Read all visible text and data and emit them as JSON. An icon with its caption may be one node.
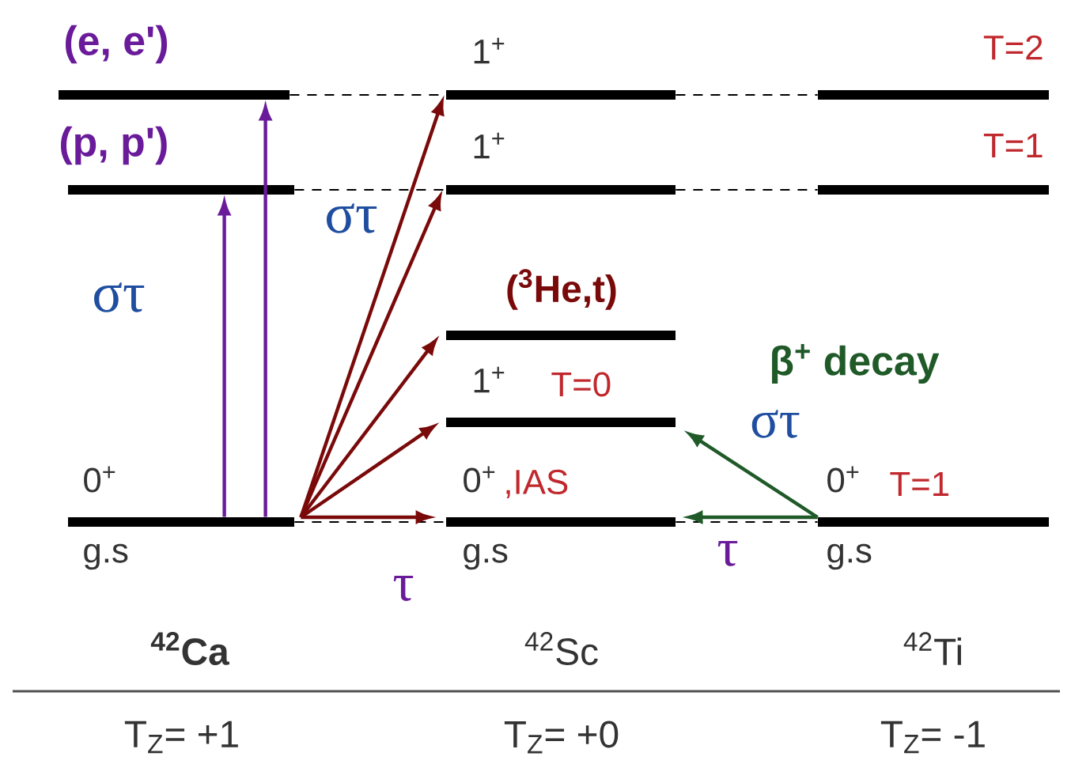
{
  "diagram": {
    "nodes": [
      {
        "text": [
          "(e, e')"
        ]
      },
      {
        "text": [
          "1$^{+}$"
        ]
      },
      {
        "text": [
          "T=2"
        ]
      },
      {
        "text": [
          "(p, p')"
        ]
      },
      {
        "text": [
          "1$^{+}$"
        ]
      },
      {
        "text": [
          "T=1"
        ]
      },
      {
        "text": [],
        "shape": "bar"
      },
      {
        "text": [
          "1$^{+}$",
          "T=0"
        ]
      },
      {
        "text": [
          "0$^{+}$",
          "g.s"
        ]
      },
      {
        "text": [
          "0$^{+}$",
          ",IAS",
          "g.s"
        ]
      },
      {
        "text": [
          "0$^{+}$",
          "T=1",
          "g.s"
        ]
      }
    ],
    "edges": [
      {
        "from": 0,
        "to": 1,
        "arrow": "none",
        "style": "dashed"
      },
      {
        "from": 1,
        "to": 2,
        "arrow": "none",
        "style": "dashed"
      },
      {
        "from": 3,
        "to": 4,
        "arrow": "none",
        "style": "dashed"
      },
      {
        "from": 4,
        "to": 5,
        "arrow": "none",
        "style": "dashed"
      },
      {
        "from": 8,
        "to": 9,
        "arrow": "none",
        "style": "dashed"
      },
      {
        "from": 9,
        "to": 10,
        "arrow": "none",
        "style": "dashed"
      },
      {
        "from": 8,
        "to": 3,
        "arrow": "to",
        "color": "#6a1b9a"
      },
      {
        "from": 8,
        "to": 0,
        "arrow": "to",
        "color": "#6a1b9a"
      },
      {
        "from": 8,
        "to": 9,
        "arrow": "to",
        "color": "#7a0a0a"
      },
      {
        "from": 8,
        "to": 7,
        "arrow": "to",
        "color": "#7a0a0a"
      },
      {
        "from": 8,
        "to": 6,
        "arrow": "to",
        "color": "#7a0a0a"
      },
      {
        "from": 8,
        "to": 4,
        "arrow": "to",
        "color": "#7a0a0a"
      },
      {
        "from": 8,
        "to": 1,
        "arrow": "to",
        "color": "#7a0a0a"
      },
      {
        "from": 10,
        "to": 9,
        "arrow": "to",
        "color": "#1f5a28"
      },
      {
        "from": 10,
        "to": 7,
        "arrow": "to",
        "color": "#1f5a28"
      }
    ],
    "labels": [
      "στ",
      "στ",
      "($^{3}$He,t)",
      "β$^{+}$ decay",
      "στ",
      "τ",
      "τ",
      "$^{42}$Ca",
      "$^{42}$Sc",
      "$^{42}$Ti",
      "T$_{Z}$= +1",
      "T$_{Z}$= +0",
      "T$_{Z}$= -1"
    ]
  }
}
